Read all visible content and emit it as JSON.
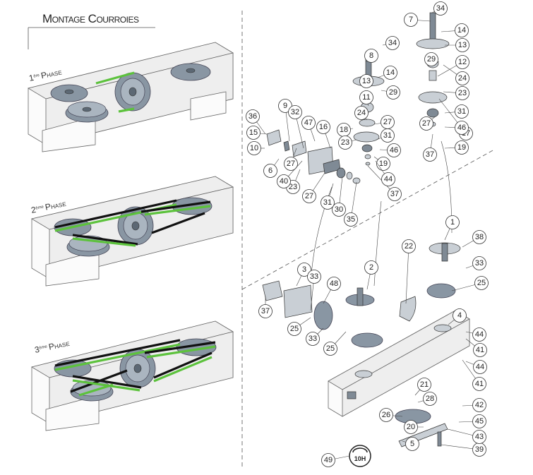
{
  "title": "Montage Courroies",
  "phases": [
    {
      "number": "1",
      "sup": "ère",
      "word": "Phase"
    },
    {
      "number": "2",
      "sup": "ème",
      "word": "Phase"
    },
    {
      "number": "3",
      "sup": "ème",
      "word": "Phase"
    }
  ],
  "part_labels": [
    "1",
    "2",
    "3",
    "4",
    "5",
    "6",
    "7",
    "8",
    "9",
    "10",
    "11",
    "12",
    "13",
    "13",
    "14",
    "14",
    "15",
    "16",
    "17",
    "18",
    "19",
    "19",
    "20",
    "21",
    "22",
    "23",
    "23",
    "23",
    "24",
    "24",
    "25",
    "25",
    "25",
    "26",
    "27",
    "27",
    "27",
    "27",
    "28",
    "29",
    "29",
    "30",
    "31",
    "31",
    "31",
    "32",
    "33",
    "33",
    "33",
    "34",
    "34",
    "35",
    "36",
    "37",
    "37",
    "37",
    "38",
    "39",
    "40",
    "41",
    "41",
    "42",
    "43",
    "44",
    "44",
    "44",
    "45",
    "46",
    "46",
    "47",
    "48",
    "49"
  ],
  "badge": {
    "text": "10H"
  },
  "colors": {
    "belt_green": "#5cc23c",
    "belt_black": "#111111",
    "pulley": "#8996a3"
  }
}
